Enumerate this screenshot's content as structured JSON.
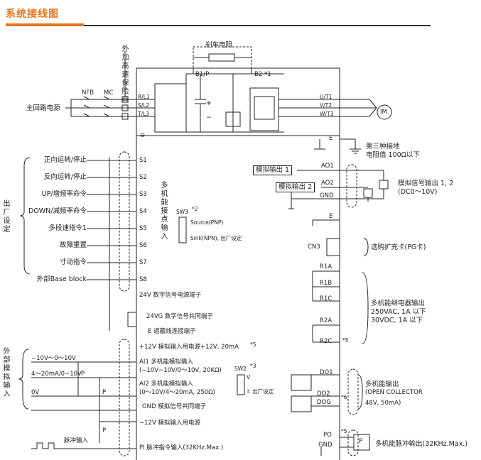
{
  "title": "系统接线图",
  "colors": {
    "title": "#e8741e",
    "line": "#222222"
  },
  "top": {
    "fuse_vertical": "外加高速保险丝",
    "brake_resistor": "刹车电阻",
    "b1p": "B1/P",
    "b2": "B2 *1",
    "nfb": "NFB",
    "mc": "MC",
    "main_power": "主回路电源",
    "inputs": [
      "R/L1",
      "S/L2",
      "T/L3"
    ],
    "outputs": [
      "U/T1",
      "V/T2",
      "W/T3"
    ],
    "motor": "IM",
    "plus": "+",
    "minus": "−",
    "ground_symbol": "⊖"
  },
  "ground": {
    "e_label": "E",
    "third_ground": "第三种接地",
    "resistance": "电阻值  100Ω以下"
  },
  "analog_out": {
    "ao1_box": "模拟输出 1",
    "ao2_box": "模拟输出 2",
    "ao1": "AO1",
    "ao2": "AO2",
    "gnd": "GND",
    "e": "E",
    "desc1": "模拟信号输出 1, 2",
    "desc2": "(DC0～10V)"
  },
  "left_side": {
    "factory_vertical": "出厂设定",
    "external_vertical": "外部模拟输入",
    "inputs": [
      {
        "label": "正向运转/停止",
        "terminal": "S1"
      },
      {
        "label": "反向运转/停止",
        "terminal": "S2"
      },
      {
        "label": "UP/增频率命令",
        "terminal": "S3"
      },
      {
        "label": "DOWN/减频率命令",
        "terminal": "S4"
      },
      {
        "label": "多段速指令1",
        "terminal": "S5"
      },
      {
        "label": "故障重置",
        "terminal": "S6"
      },
      {
        "label": "寸动指令",
        "terminal": "S7"
      },
      {
        "label": "外部Base block",
        "terminal": "S8"
      }
    ],
    "multi_input_vertical": "多机能接点输入",
    "sw3": "SW3",
    "sw3_note": "*2",
    "sw3_pnp": "Source(PNP)",
    "sw3_npn": "Sink(NPN), 出厂设定"
  },
  "terminals": {
    "t24v": "24V  数字信号电源端子",
    "t24vg": "24VG  数字信号共同端子",
    "shield": "E  遮蔽线连接端子",
    "p12v": "+12V 模拟输入用电源+12V, 20mA",
    "p12v_note": "*5",
    "ai1": "AI1  多机能模拟输入",
    "ai1_range": "(−10V~10V/0～10V, 20KΩ)",
    "ai2": "AI2  多机能模拟输入",
    "ai2_range": "(0～10V/4～20mA, 250Ω)",
    "gnd": "GND 模拟信号共同端子",
    "m12v": "−12V 模拟输入用电源",
    "pi": "PI  脉冲指令输入(32KHz.Max.)"
  },
  "analog_in": {
    "v1": "−10V～0～10V",
    "v2": "4～20mA/0~10V",
    "v3": "0V",
    "p1": "P",
    "p2": "P",
    "p3": "P",
    "pulse": "脉冲输入"
  },
  "sw2": {
    "label": "SW2",
    "note": "*3",
    "v": "V",
    "i": "I: 出厂设定"
  },
  "right_side": {
    "cn3": "CN3",
    "pg_card": "选购扩充卡(PG卡)",
    "r1a": "R1A",
    "r1b": "R1B",
    "r1c": "R1C",
    "r2a": "R2A",
    "r2c": "R2C",
    "relay_title": "多机能继电器输出",
    "relay_ac": "250VAC, 1A 以下",
    "relay_dc": "30VDC,  1A 以下",
    "relay_note": "*5",
    "do1": "DO1",
    "do2": "DO2",
    "dog": "DOG",
    "do_title": "多机能输出",
    "do_type": "(OPEN COLLECTOR",
    "do_rating": "48V,  50mA)",
    "do_note": "*6",
    "po": "PO",
    "po_note": "*5",
    "pgnd": "GND",
    "po_p": "P",
    "po_desc": "多机能脉冲输出(32KHz.Max.)"
  }
}
